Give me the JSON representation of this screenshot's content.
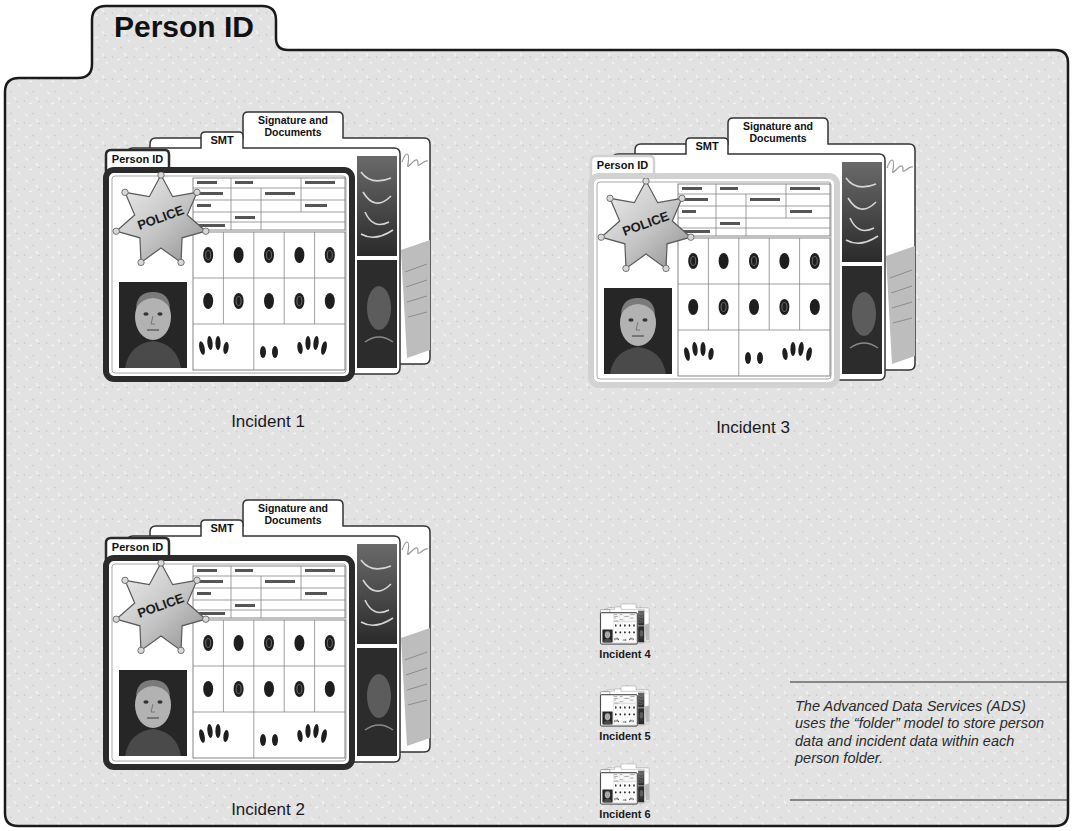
{
  "diagram": {
    "caption": "The Advanced Data Services (ADS) uses the “folder” model to store person data and incident data within each person folder.",
    "nodes": [
      {
        "text": [
          "Person ID"
        ]
      },
      {
        "text": [
          "Incident 1"
        ],
        "in": 0
      },
      {
        "text": [
          "Signature and Documents"
        ],
        "in": 1
      },
      {
        "text": [
          "SMT"
        ],
        "in": 1
      },
      {
        "text": [
          "Person ID"
        ],
        "in": 1
      },
      {
        "text": [
          "POLICE"
        ],
        "in": 4
      },
      {
        "text": [
          "Incident 3"
        ],
        "in": 0
      },
      {
        "text": [
          "Signature and Documents"
        ],
        "in": 6
      },
      {
        "text": [
          "SMT"
        ],
        "in": 6
      },
      {
        "text": [
          "Person ID"
        ],
        "in": 6
      },
      {
        "text": [
          "POLICE"
        ],
        "in": 9
      },
      {
        "text": [
          "Incident 2"
        ],
        "in": 0
      },
      {
        "text": [
          "Signature and Documents"
        ],
        "in": 11
      },
      {
        "text": [
          "SMT"
        ],
        "in": 11
      },
      {
        "text": [
          "Person ID"
        ],
        "in": 11
      },
      {
        "text": [
          "POLICE"
        ],
        "in": 14
      },
      {
        "text": [
          "Incident 4"
        ],
        "in": 0
      },
      {
        "text": [
          "Incident 5"
        ],
        "in": 0
      },
      {
        "text": [
          "Incident 6"
        ],
        "in": 0
      }
    ]
  }
}
